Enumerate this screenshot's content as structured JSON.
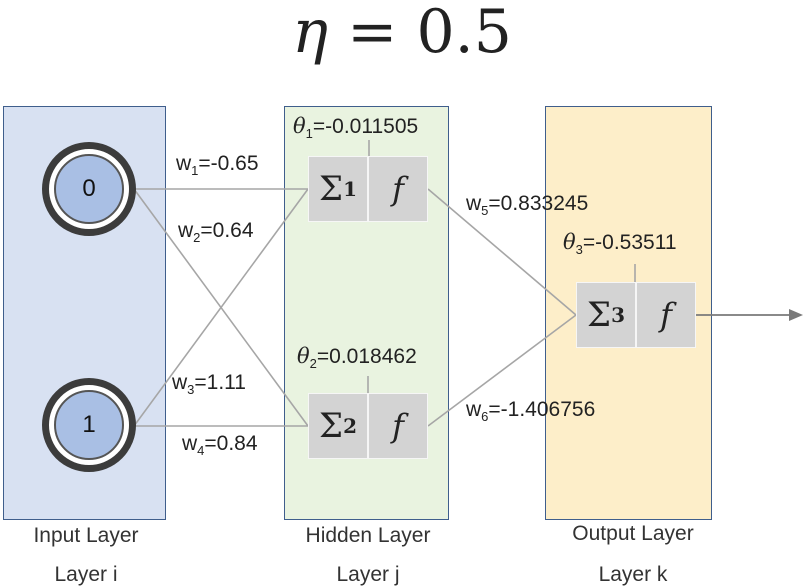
{
  "title": {
    "symbol": "η",
    "equals": " = ",
    "value": "0.5"
  },
  "layers": {
    "input": {
      "name": "Input Layer",
      "index": "Layer i"
    },
    "hidden": {
      "name": "Hidden Layer",
      "index": "Layer j"
    },
    "output": {
      "name": "Output Layer",
      "index": "Layer k"
    }
  },
  "inputs": [
    "0",
    "1"
  ],
  "neurons": {
    "n1": {
      "sum": "Σ",
      "sub": "1",
      "fn": "f"
    },
    "n2": {
      "sum": "Σ",
      "sub": "2",
      "fn": "f"
    },
    "n3": {
      "sum": "Σ",
      "sub": "3",
      "fn": "f"
    }
  },
  "weights": {
    "w1": {
      "sym": "w",
      "sub": "1",
      "val": "=-0.65"
    },
    "w2": {
      "sym": "w",
      "sub": "2",
      "val": "=0.64"
    },
    "w3": {
      "sym": "w",
      "sub": "3",
      "val": "=1.11"
    },
    "w4": {
      "sym": "w",
      "sub": "4",
      "val": "=0.84"
    },
    "w5": {
      "sym": "w",
      "sub": "5",
      "val": "=0.833245"
    },
    "w6": {
      "sym": "w",
      "sub": "6",
      "val": "=-1.406756"
    }
  },
  "thresholds": {
    "t1": {
      "sym": "θ",
      "sub": "1",
      "val": "=-0.011505"
    },
    "t2": {
      "sym": "θ",
      "sub": "2",
      "val": "=0.018462"
    },
    "t3": {
      "sym": "θ",
      "sub": "3",
      "val": "=-0.53511"
    }
  },
  "colors": {
    "input_layer": "#d8e1f2",
    "hidden_layer": "#e9f3e0",
    "output_layer": "#fdeec9",
    "node_fill": "#a9bfe4",
    "neuron_fill": "#d3d3d3",
    "edge": "#a6a6a6"
  }
}
